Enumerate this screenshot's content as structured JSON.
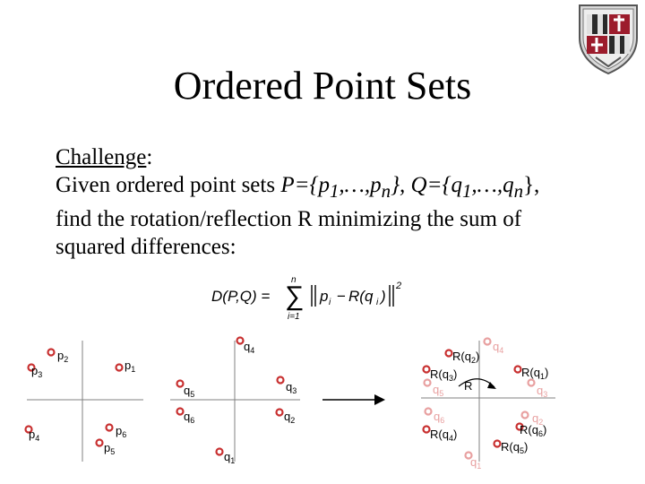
{
  "slide": {
    "title": "Ordered Point Sets",
    "challenge_label": "Challenge",
    "challenge_colon": ":",
    "line1_prefix": "Given ordered point sets ",
    "line1_P": "P={p",
    "line1_p1_sub": "1",
    "line1_mid1": ",…,p",
    "line1_pn_sub": "n",
    "line1_mid2": "}, Q={q",
    "line1_q1_sub": "1",
    "line1_mid3": ",…,q",
    "line1_qn_sub": "n",
    "line1_end": "},",
    "line2": "find the rotation/reflection R minimizing the sum of",
    "line3": "squared differences:"
  },
  "equation": {
    "lhs": "D(P,Q) =",
    "sum_top": "n",
    "sum_bottom": "i=1",
    "term_p": "p",
    "term_p_sub": "i",
    "term_minus": "−",
    "term_R": "R(q",
    "term_q_sub": "i",
    "term_close": ")",
    "exponent": "2"
  },
  "diagram": {
    "colors": {
      "point": "#c83030",
      "faded_point": "#e8a0a0",
      "axis": "#808080"
    },
    "set_p": [
      {
        "base": "p",
        "sub": "1"
      },
      {
        "base": "p",
        "sub": "2"
      },
      {
        "base": "p",
        "sub": "3"
      },
      {
        "base": "p",
        "sub": "4"
      },
      {
        "base": "p",
        "sub": "5"
      },
      {
        "base": "p",
        "sub": "6"
      }
    ],
    "set_q": [
      {
        "base": "q",
        "sub": "1"
      },
      {
        "base": "q",
        "sub": "2"
      },
      {
        "base": "q",
        "sub": "3"
      },
      {
        "base": "q",
        "sub": "4"
      },
      {
        "base": "q",
        "sub": "5"
      },
      {
        "base": "q",
        "sub": "6"
      }
    ],
    "set_r": [
      {
        "text": "R(q",
        "sub": "1",
        "close": ")"
      },
      {
        "text": "R(q",
        "sub": "2",
        "close": ")"
      },
      {
        "text": "R(q",
        "sub": "3",
        "close": ")"
      },
      {
        "text": "R(q",
        "sub": "4",
        "close": ")"
      },
      {
        "text": "R(q",
        "sub": "5",
        "close": ")"
      },
      {
        "text": "R(q",
        "sub": "6",
        "close": ")"
      }
    ],
    "faded_q": [
      {
        "base": "q",
        "sub": "1"
      },
      {
        "base": "q",
        "sub": "2"
      },
      {
        "base": "q",
        "sub": "3"
      },
      {
        "base": "q",
        "sub": "4"
      },
      {
        "base": "q",
        "sub": "5"
      },
      {
        "base": "q",
        "sub": "6"
      }
    ],
    "rotation_label": "R"
  }
}
